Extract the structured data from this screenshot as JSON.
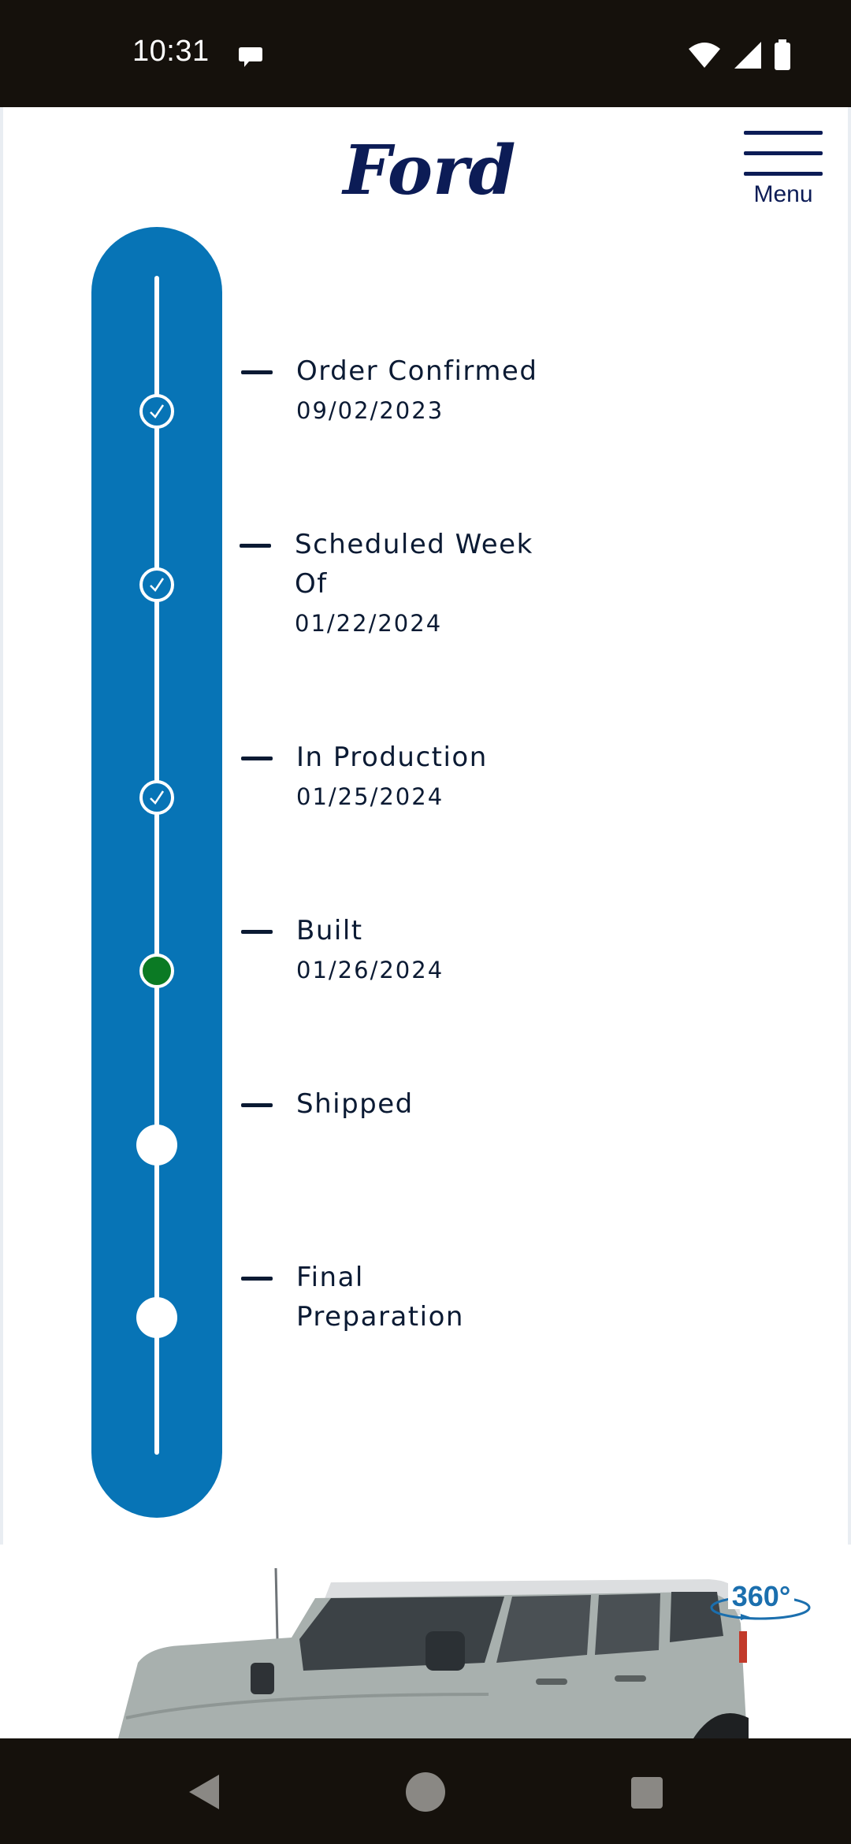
{
  "status_bar": {
    "time": "10:31"
  },
  "header": {
    "brand": "Ford",
    "menu_label": "Menu"
  },
  "timeline": {
    "steps": [
      {
        "title": "Order Confirmed",
        "date": "09/02/2023",
        "status": "complete"
      },
      {
        "title": "Scheduled Week Of",
        "date": "01/22/2024",
        "status": "complete"
      },
      {
        "title": "In Production",
        "date": "01/25/2024",
        "status": "complete"
      },
      {
        "title": "Built",
        "date": "01/26/2024",
        "status": "current"
      },
      {
        "title": "Shipped",
        "date": "",
        "status": "pending"
      },
      {
        "title": "Final Preparation",
        "date": "",
        "status": "pending"
      }
    ]
  },
  "vehicle": {
    "badge": "360°"
  },
  "colors": {
    "track": "#0774b6",
    "current_node": "#0b7a24",
    "brand_navy": "#0c1c56",
    "badge_blue": "#1b6fae"
  },
  "icons": {
    "complete": "checkmark-icon",
    "menu": "hamburger-icon",
    "back": "back-triangle-icon",
    "home": "home-circle-icon",
    "recents": "recents-square-icon"
  }
}
